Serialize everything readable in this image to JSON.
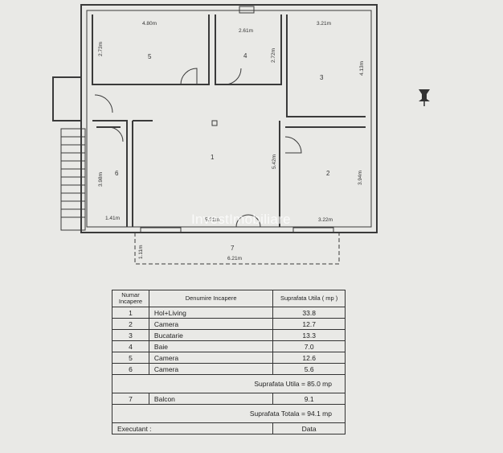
{
  "plan": {
    "rooms": [
      {
        "number": "1",
        "dims": [
          "5.42m",
          "5.?1m"
        ]
      },
      {
        "number": "2",
        "dims": [
          "3.94m",
          "3.22m"
        ]
      },
      {
        "number": "3",
        "dims": [
          "3.21m",
          "4.13m"
        ]
      },
      {
        "number": "4",
        "dims": [
          "2.61m",
          "2.72m"
        ]
      },
      {
        "number": "5",
        "dims": [
          "4.80m",
          "2.73m"
        ]
      },
      {
        "number": "6",
        "dims": [
          "3.98m",
          "1.41m"
        ]
      },
      {
        "number": "7",
        "dims": [
          "6.21m",
          "1.11m"
        ]
      }
    ]
  },
  "watermark": "InvestImobiliare",
  "table": {
    "col_number": "Numar Incapere",
    "col_name": "Denumire Incapere",
    "col_area": "Suprafata Utila ( mp )",
    "rows": [
      {
        "number": "1",
        "name": "Hol+Living",
        "area": "33.8"
      },
      {
        "number": "2",
        "name": "Camera",
        "area": "12.7"
      },
      {
        "number": "3",
        "name": "Bucatarie",
        "area": "13.3"
      },
      {
        "number": "4",
        "name": "Baie",
        "area": "7.0"
      },
      {
        "number": "5",
        "name": "Camera",
        "area": "12.6"
      },
      {
        "number": "6",
        "name": "Camera",
        "area": "5.6"
      }
    ],
    "useful_label": "Suprafata Utila = 85.0 mp",
    "balcony": {
      "number": "7",
      "name": "Balcon",
      "area": "9.1"
    },
    "total_label": "Suprafata Totala = 94.1 mp",
    "executant": "Executant :",
    "date": "Data"
  }
}
